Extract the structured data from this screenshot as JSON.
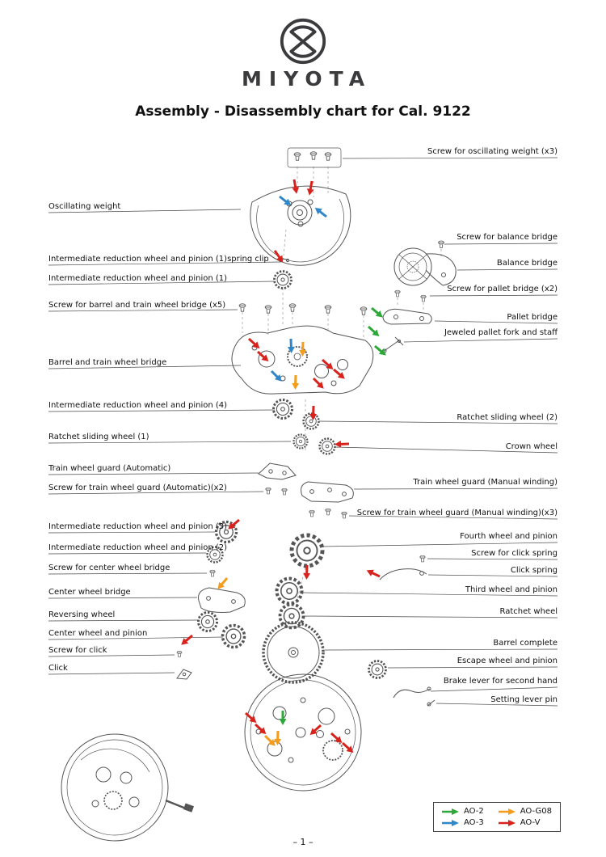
{
  "page": {
    "brand": "MIYOTA",
    "title": "Assembly - Disassembly chart for Cal. 9122",
    "page_number": "– 1 –"
  },
  "labels_left": [
    {
      "text": "Oscillating weight"
    },
    {
      "text": "Intermediate reduction wheel and pinion (1)spring clip"
    },
    {
      "text": "Intermediate reduction wheel and pinion (1)"
    },
    {
      "text": "Screw for barrel and train wheel bridge (x5)"
    },
    {
      "text": "Barrel and train wheel bridge"
    },
    {
      "text": "Intermediate reduction wheel and pinion (4)"
    },
    {
      "text": "Ratchet sliding wheel (1)"
    },
    {
      "text": "Train wheel guard (Automatic)"
    },
    {
      "text": "Screw for train wheel guard (Automatic)(x2)"
    },
    {
      "text": "Intermediate reduction wheel and pinion (3)"
    },
    {
      "text": "Intermediate reduction wheel and pinion (2)"
    },
    {
      "text": "Screw for center wheel bridge"
    },
    {
      "text": "Center wheel bridge"
    },
    {
      "text": "Reversing wheel"
    },
    {
      "text": "Center wheel and pinion"
    },
    {
      "text": "Screw for click"
    },
    {
      "text": "Click"
    }
  ],
  "labels_right": [
    {
      "text": "Screw for oscillating weight (x3)"
    },
    {
      "text": "Screw for balance bridge"
    },
    {
      "text": "Balance bridge"
    },
    {
      "text": "Screw for pallet bridge (x2)"
    },
    {
      "text": "Pallet bridge"
    },
    {
      "text": "Jeweled pallet fork and staff"
    },
    {
      "text": "Ratchet sliding wheel (2)"
    },
    {
      "text": "Crown wheel"
    },
    {
      "text": "Train wheel guard (Manual winding)"
    },
    {
      "text": "Screw for train wheel guard (Manual winding)(x3)"
    },
    {
      "text": "Fourth wheel and pinion"
    },
    {
      "text": "Screw for click spring"
    },
    {
      "text": "Click spring"
    },
    {
      "text": "Third wheel and pinion"
    },
    {
      "text": "Ratchet wheel"
    },
    {
      "text": "Barrel complete"
    },
    {
      "text": "Escape wheel and pinion"
    },
    {
      "text": "Brake lever for second hand"
    },
    {
      "text": "Setting lever pin"
    }
  ],
  "legend": {
    "items": [
      {
        "label": "AO-2",
        "color": "#2ea839"
      },
      {
        "label": "AO-G08",
        "color": "#f59c1c"
      },
      {
        "label": "AO-3",
        "color": "#2f86c8"
      },
      {
        "label": "AO-V",
        "color": "#d8221c"
      }
    ]
  },
  "colors": {
    "line_art": "#555555",
    "green": "#2ea839",
    "orange": "#f59c1c",
    "blue": "#2f86c8",
    "red": "#d8221c"
  }
}
